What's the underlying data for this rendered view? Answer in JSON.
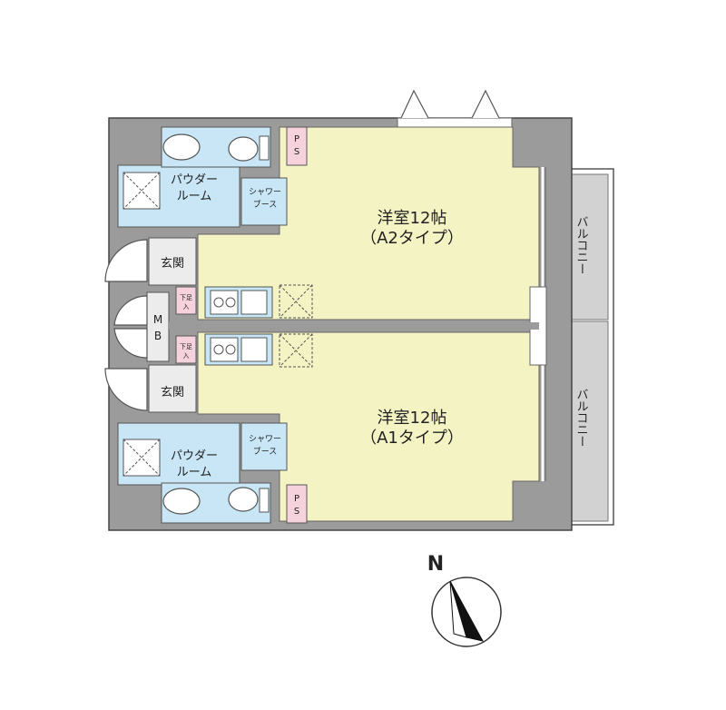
{
  "rooms": {
    "western_room_a2": {
      "name": "洋室12帖",
      "type": "（A2タイプ）"
    },
    "western_room_a1": {
      "name": "洋室12帖",
      "type": "（A1タイプ）"
    },
    "powder_room_top": {
      "line1": "パウダー",
      "line2": "ルーム"
    },
    "powder_room_bottom": {
      "line1": "パウダー",
      "line2": "ルーム"
    },
    "shower_booth_top": {
      "line1": "シャワー",
      "line2": "ブース"
    },
    "shower_booth_bottom": {
      "line1": "シャワー",
      "line2": "ブース"
    },
    "entrance_top": "玄関",
    "entrance_bottom": "玄関",
    "shoe_box_top": {
      "line1": "下足",
      "line2": "入"
    },
    "shoe_box_bottom": {
      "line1": "下足",
      "line2": "入"
    },
    "meter_box": {
      "line1": "M",
      "line2": "B"
    },
    "pipe_space_top": {
      "line1": "P",
      "line2": "S"
    },
    "pipe_space_bottom": {
      "line1": "P",
      "line2": "S"
    },
    "balcony_top": "バルコニー",
    "balcony_bottom": "バルコニー"
  },
  "compass": {
    "label": "N"
  },
  "colors": {
    "wall": "#9b9b9b",
    "room_floor": "#f4f3c4",
    "wet_area": "#c8e6f5",
    "entrance": "#ececec",
    "balcony": "#d2d2d2",
    "shoe_box": "#f6d2dc"
  }
}
